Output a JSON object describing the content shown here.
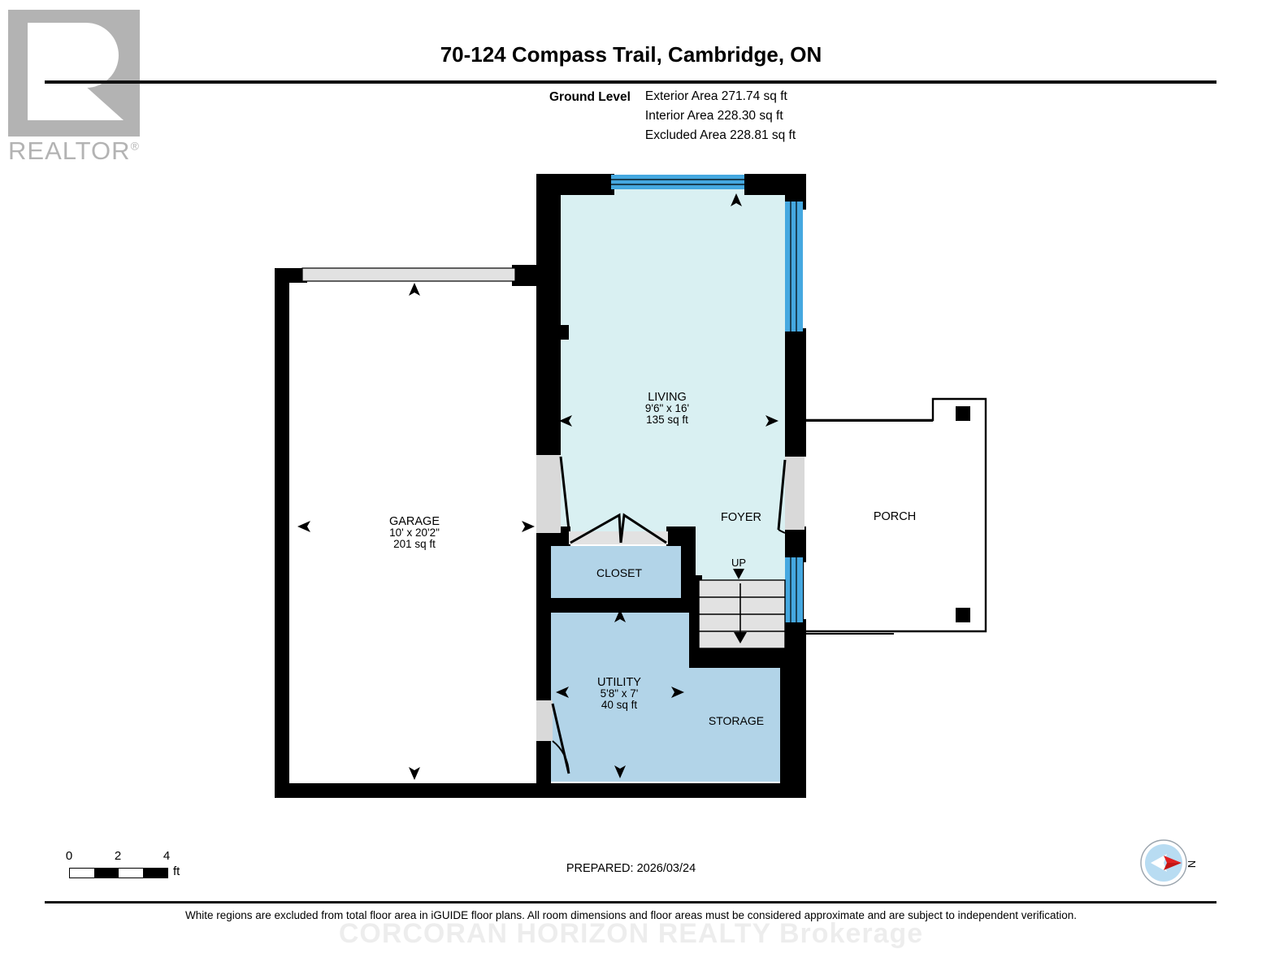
{
  "logo": {
    "name": "REALTOR",
    "registered": "®"
  },
  "header": {
    "title": "70-124 Compass Trail, Cambridge, ON",
    "level_label": "Ground Level",
    "areas": [
      "Exterior Area 271.74 sq ft",
      "Interior Area 228.30 sq ft",
      "Excluded Area 228.81 sq ft"
    ]
  },
  "floorplan": {
    "rooms": [
      {
        "key": "garage",
        "name": "GARAGE",
        "dimensions": "10' x 20'2\"",
        "area": "201 sq ft"
      },
      {
        "key": "living",
        "name": "LIVING",
        "dimensions": "9'6\" x 16'",
        "area": "135 sq ft"
      },
      {
        "key": "foyer",
        "name": "FOYER",
        "dimensions": "",
        "area": ""
      },
      {
        "key": "closet",
        "name": "CLOSET",
        "dimensions": "",
        "area": ""
      },
      {
        "key": "utility",
        "name": "UTILITY",
        "dimensions": "5'8\" x 7'",
        "area": "40 sq ft"
      },
      {
        "key": "storage",
        "name": "STORAGE",
        "dimensions": "",
        "area": ""
      },
      {
        "key": "porch",
        "name": "PORCH",
        "dimensions": "",
        "area": ""
      }
    ],
    "stairs_label": "UP",
    "colors": {
      "wall": "#000000",
      "living_fill": "#d9f0f2",
      "utility_fill": "#b2d4e8",
      "window": "#45a8e0",
      "door": "#d9d9d9",
      "stair_tread": "#e2e2e2",
      "excluded_fill": "#ffffff"
    }
  },
  "footer": {
    "scale_ticks": [
      "0",
      "2",
      "4"
    ],
    "scale_unit": "ft",
    "prepared": "PREPARED: 2026/03/24",
    "compass_label": "N",
    "disclaimer": "White regions are excluded from total floor area in iGUIDE floor plans. All room dimensions and floor areas must be considered approximate and are subject to independent verification.",
    "watermark": "CORCORAN HORIZON REALTY  Brokerage"
  }
}
